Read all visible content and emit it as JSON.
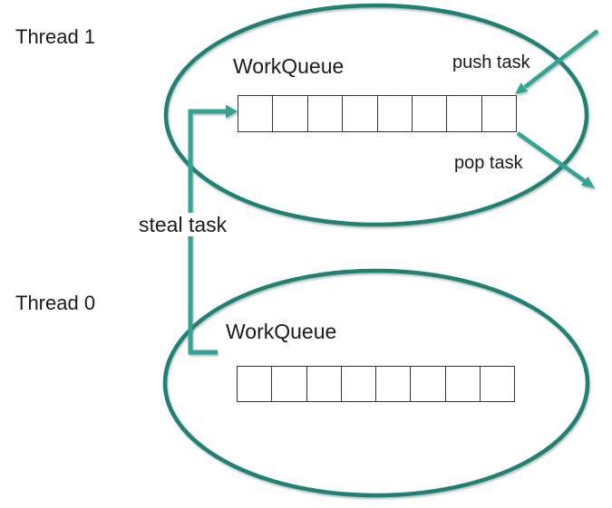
{
  "colors": {
    "ellipse_stroke": "#1F8173",
    "arrow_stroke": "#32A493",
    "cell_border": "#333333",
    "text": "#1A1A1A"
  },
  "thread1": {
    "label": "Thread 1",
    "workqueue_label": "WorkQueue",
    "queue_cell_count": 8,
    "push_label": "push task",
    "pop_label": "pop task"
  },
  "thread0": {
    "label": "Thread 0",
    "workqueue_label": "WorkQueue",
    "queue_cell_count": 8
  },
  "steal_label": "steal task"
}
